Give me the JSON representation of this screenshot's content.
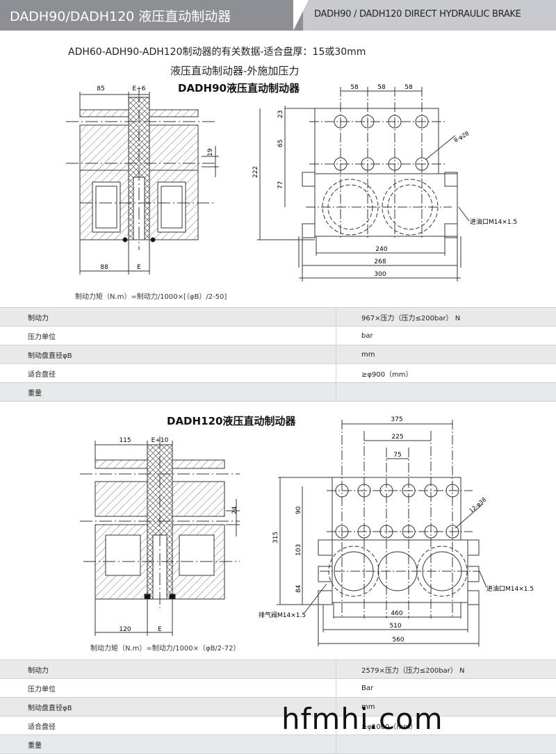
{
  "header": {
    "title": "DADH90/DADH120 液压直动制动器",
    "subtitle": "DADH90 / DADH120 DIRECT HYDRAULIC BRAKE"
  },
  "intro": {
    "line1": "ADH60-ADH90-ADH120制动器的有关数据-适合盘厚：15或30mm",
    "line2": "液压直动制动器-外施加压力"
  },
  "dadh90": {
    "title": "DADH90液压直动制动器",
    "dims": {
      "d85": "85",
      "e6": "E+6",
      "d19": "19",
      "d88": "88",
      "e": "E",
      "d58a": "58",
      "d58b": "58",
      "d58c": "58",
      "d23": "23",
      "d65": "65",
      "d222": "222",
      "d77": "77",
      "holes": "8-φ28",
      "inlet": "进油口M14×1.5",
      "d240": "240",
      "d268": "268",
      "d300": "300"
    },
    "formula": "制动力矩（N.m）=制动力/1000×[（φB）/2-50]",
    "table": [
      {
        "label": "制动力",
        "value": "967×压力（压力≤200bar）  N"
      },
      {
        "label": "压力单位",
        "value": "bar"
      },
      {
        "label": "制动盘直径φB",
        "value": "mm"
      },
      {
        "label": "适合盘径",
        "value": "≥φ900（mm）"
      },
      {
        "label": "重量",
        "value": ""
      }
    ]
  },
  "dadh120": {
    "title": "DADH120液压直动制动器",
    "dims": {
      "d115": "115",
      "e10": "E+10",
      "d24": "24",
      "d120": "120",
      "e": "E",
      "d375": "375",
      "d225": "225",
      "d75": "75",
      "d90": "90",
      "d315": "315",
      "d103": "103",
      "d84": "84",
      "holes": "12-φ38",
      "inlet": "进油口M14×1.5",
      "bleed": "排气阀M14×1.5",
      "d460": "460",
      "d510": "510",
      "d560": "560"
    },
    "formula": "制动力矩（N.m）=制动力/1000×（φB/2-72）",
    "table": [
      {
        "label": "制动力",
        "value": "2579×压力（压力≤200bar）  N"
      },
      {
        "label": "压力单位",
        "value": "Bar"
      },
      {
        "label": "制动盘直径φB",
        "value": "mm"
      },
      {
        "label": "适合盘径",
        "value": "≥φ1000（mm）"
      },
      {
        "label": "重量",
        "value": ""
      }
    ]
  },
  "watermark": "hfmhi.com",
  "colors": {
    "header_dark": "#8d8f93",
    "header_light": "#c9cacd",
    "row_shade": "#e8e9eb"
  }
}
